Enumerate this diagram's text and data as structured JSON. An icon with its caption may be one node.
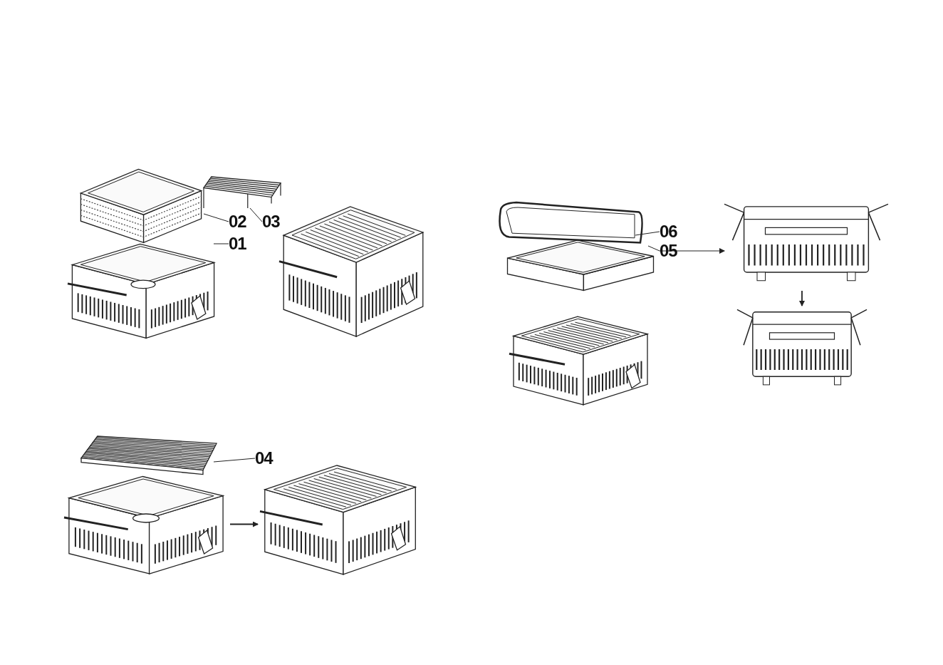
{
  "diagram": {
    "nodes": [
      {
        "text": [
          "02"
        ]
      },
      {
        "text": [
          "03"
        ]
      },
      {
        "text": [
          "01"
        ]
      },
      {
        "text": [],
        "shape": "picture"
      },
      {
        "text": [],
        "shape": "picture"
      },
      {
        "text": [],
        "shape": "picture"
      },
      {
        "text": [],
        "shape": "picture"
      },
      {
        "text": [
          "04"
        ]
      },
      {
        "text": [],
        "shape": "picture"
      },
      {
        "text": [],
        "shape": "picture"
      },
      {
        "text": [],
        "shape": "picture"
      },
      {
        "text": [
          "06"
        ]
      },
      {
        "text": [
          "05"
        ]
      },
      {
        "text": [],
        "shape": "picture"
      },
      {
        "text": [],
        "shape": "picture"
      },
      {
        "text": [],
        "shape": "picture"
      },
      {
        "text": [],
        "shape": "picture"
      },
      {
        "text": [],
        "shape": "picture"
      }
    ],
    "edges": [
      {
        "from": 0,
        "to": 3,
        "arrow": "none"
      },
      {
        "from": 1,
        "to": 4,
        "arrow": "none"
      },
      {
        "from": 2,
        "to": 5,
        "arrow": "none"
      },
      {
        "from": 7,
        "to": 8,
        "arrow": "none"
      },
      {
        "from": 9,
        "to": 10,
        "arrow": "to"
      },
      {
        "from": 11,
        "to": 13,
        "arrow": "none"
      },
      {
        "from": 12,
        "to": 14,
        "arrow": "none"
      },
      {
        "from": 12,
        "to": 16,
        "arrow": "to"
      },
      {
        "from": 16,
        "to": 17,
        "arrow": "to"
      }
    ]
  }
}
